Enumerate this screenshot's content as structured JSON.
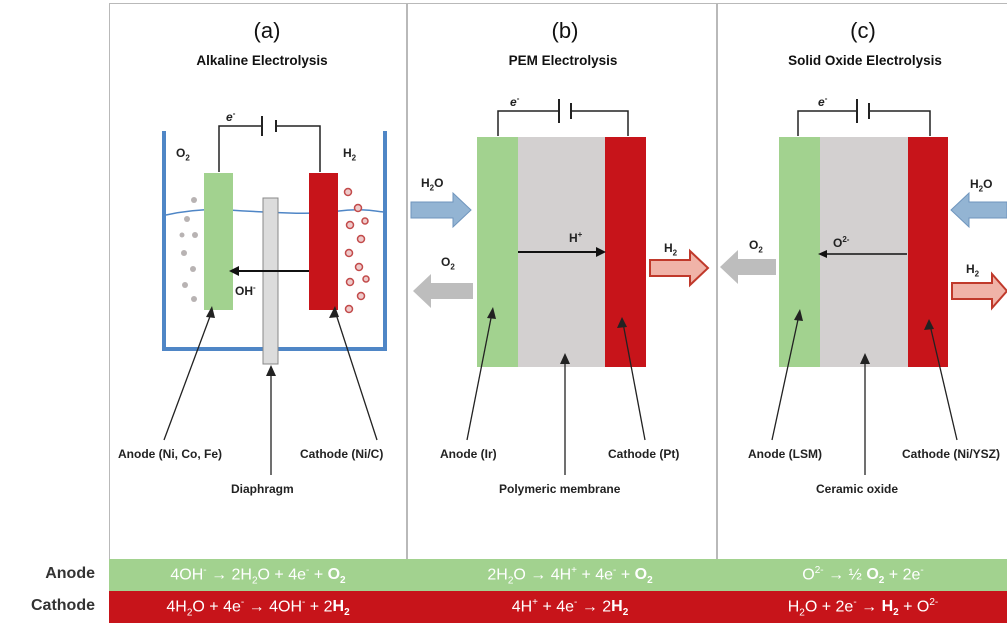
{
  "panels": [
    {
      "letter": "(a)",
      "title": "Alkaline Electrolysis",
      "anode_label": "Anode (Ni, Co, Fe)",
      "cathode_label": "Cathode (Ni/C)",
      "separator_label": "Diaphragm",
      "electron": "e",
      "left_gas": "O",
      "right_gas": "H",
      "ion": "OH"
    },
    {
      "letter": "(b)",
      "title": "PEM Electrolysis",
      "anode_label": "Anode (Ir)",
      "cathode_label": "Cathode (Pt)",
      "separator_label": "Polymeric membrane",
      "electron": "e",
      "ion": "H",
      "in_left": "H",
      "out_left": "O",
      "out_right": "H"
    },
    {
      "letter": "(c)",
      "title": "Solid Oxide Electrolysis",
      "anode_label": "Anode (LSM)",
      "cathode_label": "Cathode (Ni/YSZ)",
      "separator_label": "Ceramic oxide",
      "electron": "e",
      "ion": "O",
      "out_left": "O",
      "in_right": "H",
      "out_right": "H"
    }
  ],
  "rows": {
    "anode_label": "Anode",
    "cathode_label": "Cathode"
  },
  "equations": {
    "alkaline_anode": "4OH- → 2H2O + 4e- + O2",
    "pem_anode": "2H2O → 4H+ + 4e- + O2",
    "soe_anode": "O2- → ½ O2 + 2e-",
    "alkaline_cathode": "4H2O + 4e- → 4OH- + 2H2",
    "pem_cathode": "4H+ + 4e- → 2H2",
    "soe_cathode": "H2O + 2e- → H2 + O2-"
  },
  "colors": {
    "anode_green": "#a2d28f",
    "cathode_red": "#c7141a",
    "electrolyte_gray": "#d3d0d0",
    "tank_blue": "#4f86c6",
    "arrow_blue": "#93b4d3",
    "arrow_gray": "#bdbdbd",
    "arrow_red_fill": "#f0b3a8"
  }
}
